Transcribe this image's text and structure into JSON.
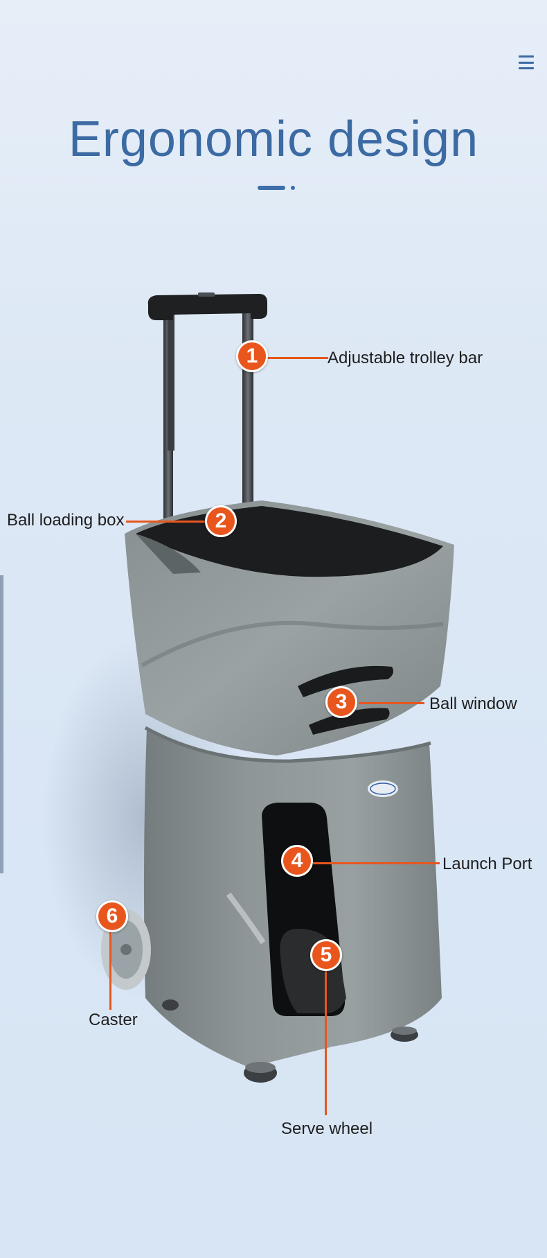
{
  "header": {
    "title": "Ergonomic design",
    "menu_icon": "hamburger-menu-icon"
  },
  "brand_colors": {
    "title": "#3c6aa3",
    "badge": "#e8561d",
    "machine_body": "#8b9394"
  },
  "callouts": [
    {
      "number": "1",
      "label": "Adjustable trolley bar"
    },
    {
      "number": "2",
      "label": "Ball loading box"
    },
    {
      "number": "3",
      "label": "Ball window"
    },
    {
      "number": "4",
      "label": "Launch Port"
    },
    {
      "number": "5",
      "label": "Serve wheel"
    },
    {
      "number": "6",
      "label": "Caster"
    }
  ]
}
